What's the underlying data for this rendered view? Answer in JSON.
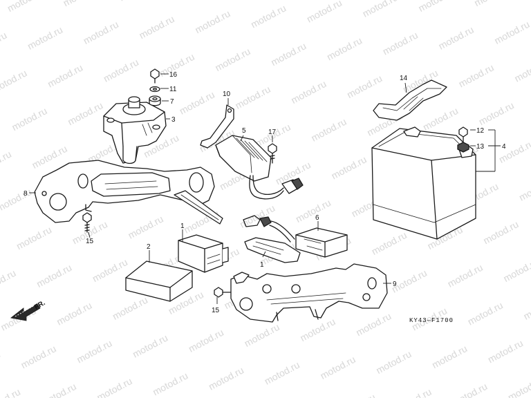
{
  "watermark": {
    "text": "motod.ru"
  },
  "callouts": {
    "c1a": "1",
    "c1b": "1",
    "c2": "2",
    "c3": "3",
    "c4": "4",
    "c5": "5",
    "c6": "6",
    "c7": "7",
    "c8": "8",
    "c9": "9",
    "c10": "10",
    "c11": "11",
    "c12": "12",
    "c13": "13",
    "c14": "14",
    "c15a": "15",
    "c15b": "15",
    "c16": "16",
    "c17": "17"
  },
  "front_label": "FR.",
  "diagram_code": "KY43—F1700"
}
